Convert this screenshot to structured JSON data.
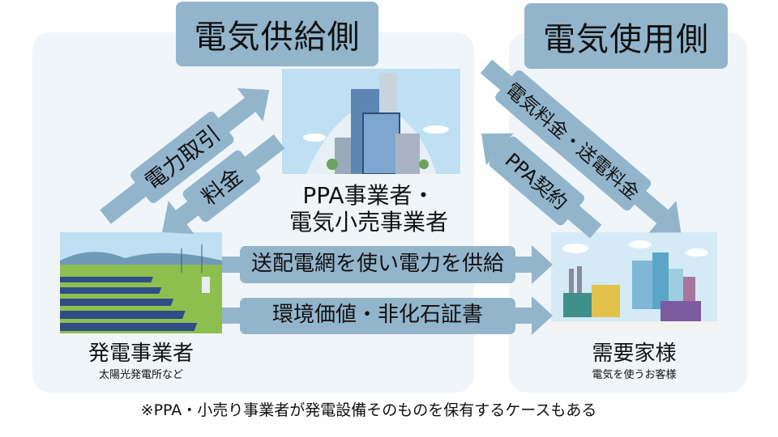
{
  "headers": {
    "supply": "電気供給側",
    "demand": "電気使用側"
  },
  "retailer": {
    "line1": "PPA事業者・",
    "line2": "電気小売事業者"
  },
  "generator": {
    "name": "発電事業者",
    "sub": "太陽光発電所など"
  },
  "consumer": {
    "name": "需要家様",
    "sub": "電気を使うお客様"
  },
  "arrows": {
    "power_trade": "電力取引",
    "fee": "料金",
    "electric_fee": "電気料金・送電料金",
    "ppa_contract": "PPA契約",
    "grid_supply": "送配電網を使い電力を供給",
    "certificate": "環境価値・非化石証書"
  },
  "footnote": "※PPA・小売り事業者が発電設備そのものを保有するケースもある",
  "colors": {
    "panel": "#f0f5f9",
    "box": "#92b5cc",
    "arrow": "#92b5cc"
  }
}
